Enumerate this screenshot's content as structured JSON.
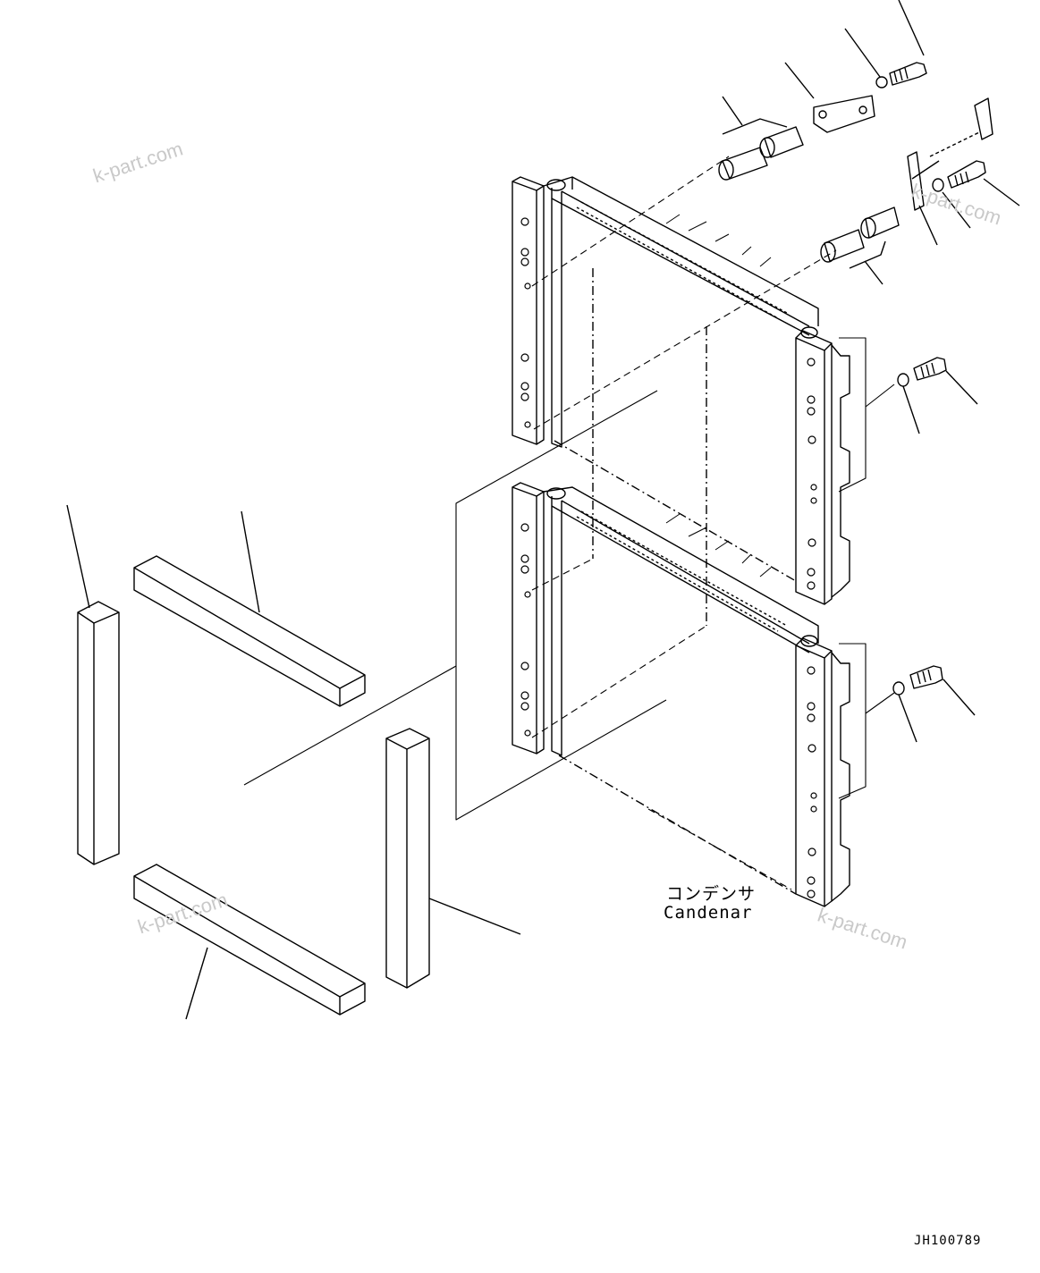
{
  "callout": {
    "japanese": "コンデンサ",
    "english": "Candenar"
  },
  "drawing_id": "JH100789",
  "watermarks": [
    "k-part.com",
    "k-part.com",
    "k-part.com",
    "k-part.com"
  ],
  "colors": {
    "line": "#000000",
    "background": "#ffffff",
    "watermark": "#c9c9c9"
  }
}
